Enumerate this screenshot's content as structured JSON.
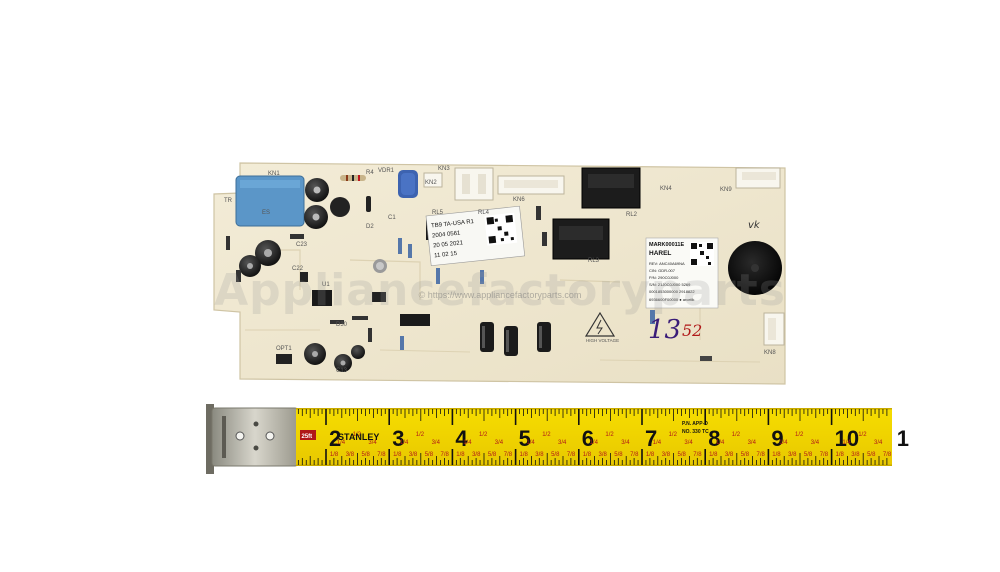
{
  "photo": {
    "subject": "appliance control board with tape measure",
    "colors": {
      "background": "#ffffff",
      "board": "#efe7d0",
      "tape": "#f2d600",
      "tape_print": "#111111",
      "accent_red": "#c0141c"
    }
  },
  "board": {
    "silkscreen": {
      "tr": "TR",
      "kn1": "KN1",
      "r4": "R4",
      "vdr1": "VDR1",
      "kn3": "KN3",
      "kn2": "KN2",
      "kn6": "KN6",
      "kn4": "KN4",
      "kn9": "KN9",
      "rl5": "RL5",
      "rl4": "RL4",
      "rl2": "RL2",
      "rl3": "RL3",
      "c1": "C1",
      "d2": "D2",
      "c23": "C23",
      "c22": "C22",
      "u1": "U1",
      "opt1": "OPT1",
      "c13": "C13",
      "d30": "D30",
      "kn8": "KN8",
      "high_voltage": "HIGH VOLTAGE"
    },
    "label_left": {
      "line1": "TB9 TA-USA R1",
      "line2": "2004 0561",
      "line3": "20 05 2021",
      "line4": "11 02 15"
    },
    "label_right": {
      "title": "MARK00011E",
      "brand": "HAREL",
      "line1": "REV: ANC40A69NA",
      "line2": "CIN: GDR-007",
      "line3": "P/N: 290C0J000",
      "line4": "S/N: 21J0C0J000 5269",
      "line5": "0001853000000 2918822",
      "line6": "6936600F00000 ● arcelik"
    },
    "handwriting": {
      "number": "13",
      "code": "52",
      "corner": "vk"
    }
  },
  "watermark": {
    "main": "Appliancefactoryparts",
    "sub": "© https://www.appliancefactoryparts.com"
  },
  "tape": {
    "brand": "STANLEY",
    "mark": "25ft",
    "stamp": "P.N. APP-D\nNO. 330 TC",
    "numbers": [
      "2",
      "3",
      "4",
      "5",
      "6",
      "7",
      "8",
      "9",
      "10"
    ],
    "fractions": [
      "1/4",
      "1/2",
      "3/4"
    ],
    "sixteenths": [
      "1/8",
      "3/8",
      "5/8",
      "7/8"
    ],
    "trailing": "1"
  }
}
